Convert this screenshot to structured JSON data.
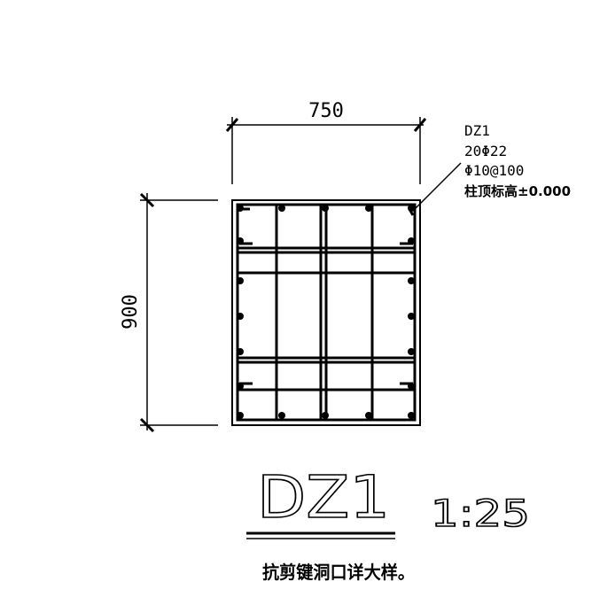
{
  "dimensions": {
    "width_label": "750",
    "height_label": "900"
  },
  "annotation": {
    "lines": [
      "DZ1",
      "20Φ22",
      "Φ10@100",
      "柱顶标高±0.000"
    ]
  },
  "title": {
    "name": "DZ1",
    "scale": "1:25",
    "caption": "抗剪键洞口详大样。"
  }
}
